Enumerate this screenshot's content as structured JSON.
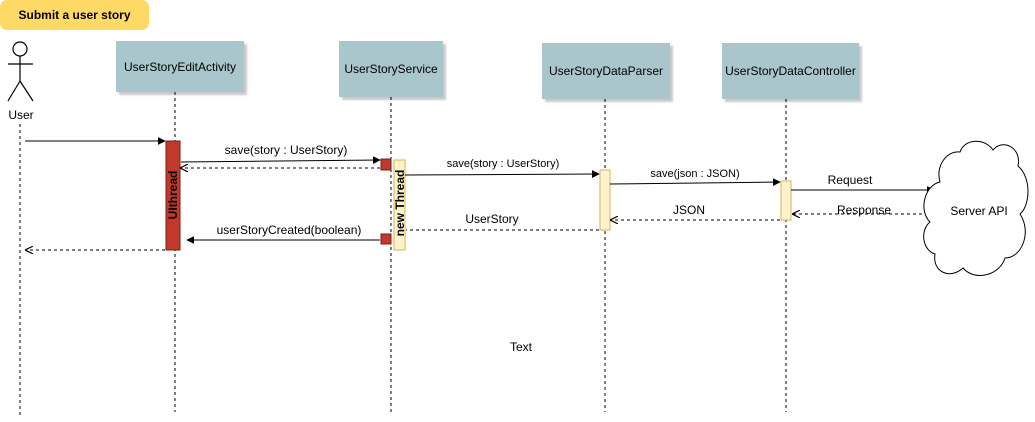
{
  "title": "Submit a user story",
  "actor": {
    "label": "User"
  },
  "participants": [
    {
      "id": "edit_activity",
      "label": "UserStoryEditActivity"
    },
    {
      "id": "service",
      "label": "UserStoryService"
    },
    {
      "id": "parser",
      "label": "UserStoryDataParser"
    },
    {
      "id": "controller",
      "label": "UserStoryDataController"
    }
  ],
  "activations": {
    "ui_thread": "UIthread",
    "new_thread": "new Thread"
  },
  "messages": {
    "save_story_1": "save(story : UserStory)",
    "save_story_2": "save(story : UserStory)",
    "save_json": "save(json : JSON)",
    "request": "Request",
    "response": "Response",
    "json_return": "JSON",
    "userstory_return": "UserStory",
    "created": "userStoryCreated(boolean)"
  },
  "server": {
    "label": "Server API"
  },
  "free_text": "Text",
  "colors": {
    "title_fill": "#ffd966",
    "header_fill": "#a9c6cc",
    "ui_thread_fill": "#c0392b",
    "new_thread_fill": "#fff2cc",
    "activation_fill": "#fff2cc"
  }
}
